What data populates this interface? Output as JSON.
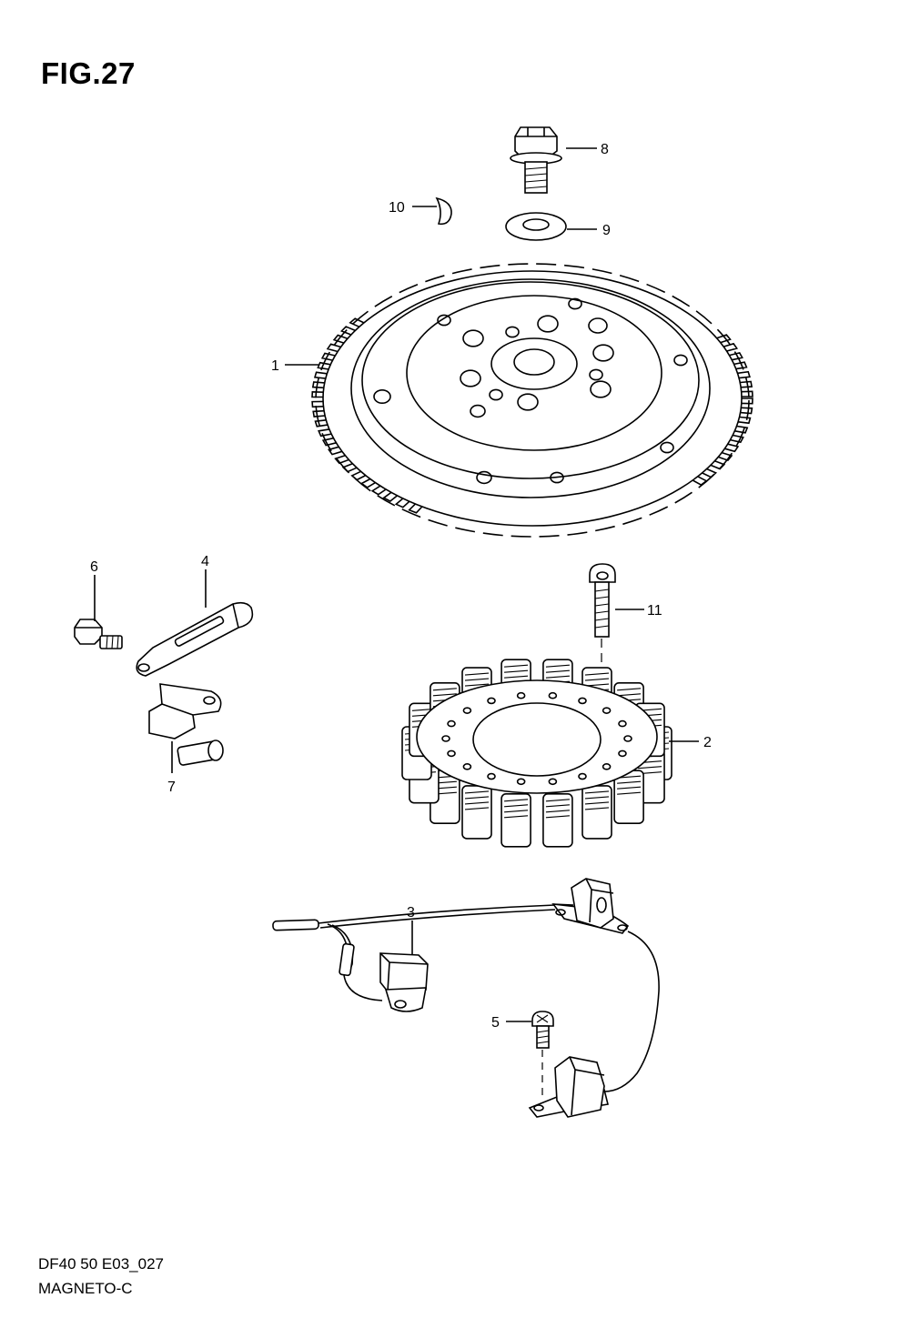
{
  "figure": {
    "title": "FIG.27",
    "code": "DF40 50 E03_027",
    "name": "MAGNETO-C"
  },
  "callouts": [
    {
      "id": "1",
      "label": "1"
    },
    {
      "id": "2",
      "label": "2"
    },
    {
      "id": "3",
      "label": "3"
    },
    {
      "id": "4",
      "label": "4"
    },
    {
      "id": "5",
      "label": "5"
    },
    {
      "id": "6",
      "label": "6"
    },
    {
      "id": "7",
      "label": "7"
    },
    {
      "id": "8",
      "label": "8"
    },
    {
      "id": "9",
      "label": "9"
    },
    {
      "id": "10",
      "label": "10"
    },
    {
      "id": "11",
      "label": "11"
    }
  ]
}
